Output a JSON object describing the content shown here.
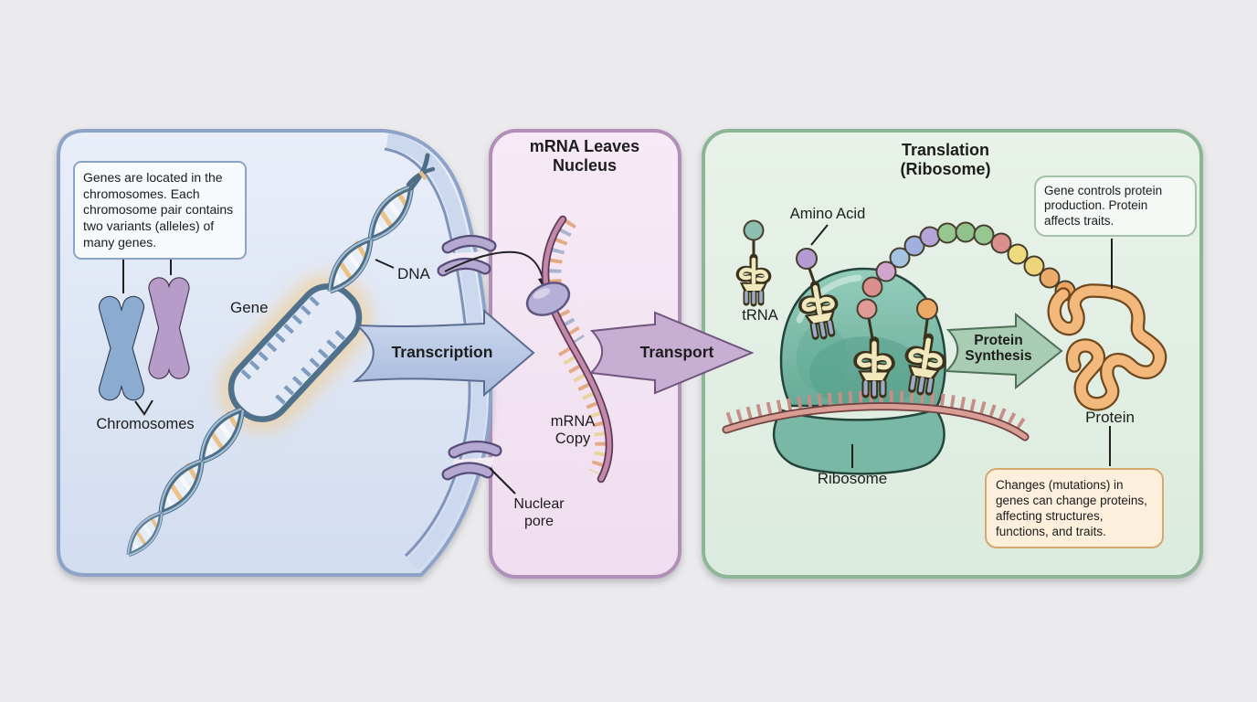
{
  "figure": {
    "background_color": "#ebebed",
    "nucleus_panel": {
      "callout": "Genes are located in the chromosomes. Each chromosome pair contains two variants (alleles) of many genes.",
      "gene_label": "Gene",
      "dna_label": "DNA",
      "chromosomes_label": "Chromosomes",
      "transcription_arrow_label": "Transcription"
    },
    "transport_panel": {
      "title": "mRNA Leaves Nucleus",
      "mrna_copy_label": "mRNA Copy",
      "nuclear_pore_label": "Nuclear pore",
      "transport_arrow_label": "Transport"
    },
    "translation_panel": {
      "title_line1": "Translation",
      "title_line2": "(Ribosome)",
      "amino_acid_label": "Amino Acid",
      "trna_label": "tRNA",
      "ribosome_label": "Ribosome",
      "protein_label": "Protein",
      "synthesis_arrow_label": "Protein Synthesis",
      "gene_callout": "Gene controls protein production. Protein affects traits.",
      "mutation_callout": "Changes (mutations) in genes can change proteins, affecting structures, functions, and traits."
    },
    "colors": {
      "nucleus_panel_fill": "#dde5f4",
      "nucleus_panel_border": "#8da3c8",
      "transport_panel_fill": "#f4e6f3",
      "transport_panel_border": "#b18fb8",
      "translation_panel_fill": "#e3efe3",
      "translation_panel_border": "#8db697",
      "chromosome_blue": "#8cabd0",
      "chromosome_purple": "#b79bc9",
      "dna_strand": "#4e6e88",
      "gene_glow": "#f5c87e",
      "transcription_arrow": "#b9c8e3",
      "transport_arrow": "#c8aed3",
      "nuclear_pore": "#b5a8d1",
      "mrna_strand": "#c289ab",
      "ribosome": "#79b8a4",
      "trna": "#f1e9bd",
      "amino_acid_chain": [
        "#db8f8c",
        "#d2a5d0",
        "#a5c4e2",
        "#9fb0e0",
        "#b4a4da",
        "#97c690",
        "#d98f8b",
        "#eedb80",
        "#edab69"
      ],
      "protein": "#f3b87b",
      "synthesis_arrow": "#a9cdb4"
    }
  }
}
